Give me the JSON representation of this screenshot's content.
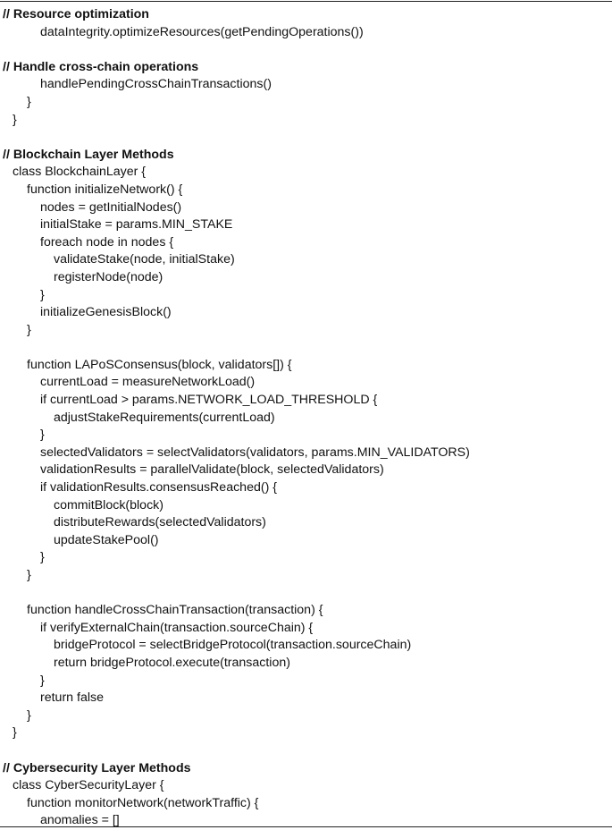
{
  "lines": [
    {
      "indent": 0,
      "kind": "comment",
      "text": "// Resource optimization"
    },
    {
      "indent": 3,
      "kind": "code",
      "text": "dataIntegrity.optimizeResources(getPendingOperations())"
    },
    {
      "indent": 0,
      "kind": "blank",
      "text": ""
    },
    {
      "indent": 0,
      "kind": "comment",
      "text": "// Handle cross-chain operations"
    },
    {
      "indent": 3,
      "kind": "code",
      "text": "handlePendingCrossChainTransactions()"
    },
    {
      "indent": 2,
      "kind": "code",
      "text": "}"
    },
    {
      "indent": 1,
      "kind": "code",
      "text": "}"
    },
    {
      "indent": 0,
      "kind": "blank",
      "text": ""
    },
    {
      "indent": 0,
      "kind": "comment",
      "text": "// Blockchain Layer Methods"
    },
    {
      "indent": 1,
      "kind": "code",
      "text": "class BlockchainLayer {"
    },
    {
      "indent": 2,
      "kind": "code",
      "text": "function initializeNetwork() {"
    },
    {
      "indent": 3,
      "kind": "code",
      "text": "nodes = getInitialNodes()"
    },
    {
      "indent": 3,
      "kind": "code",
      "text": "initialStake = params.MIN_STAKE"
    },
    {
      "indent": 3,
      "kind": "code",
      "text": "foreach node in nodes {"
    },
    {
      "indent": 4,
      "kind": "code",
      "text": "validateStake(node, initialStake)"
    },
    {
      "indent": 4,
      "kind": "code",
      "text": "registerNode(node)"
    },
    {
      "indent": 3,
      "kind": "code",
      "text": "}"
    },
    {
      "indent": 3,
      "kind": "code",
      "text": "initializeGenesisBlock()"
    },
    {
      "indent": 2,
      "kind": "code",
      "text": "}"
    },
    {
      "indent": 0,
      "kind": "blank",
      "text": ""
    },
    {
      "indent": 2,
      "kind": "code",
      "text": "function LAPoSConsensus(block, validators[]) {"
    },
    {
      "indent": 3,
      "kind": "code",
      "text": "currentLoad = measureNetworkLoad()"
    },
    {
      "indent": 3,
      "kind": "code",
      "text": "if currentLoad > params.NETWORK_LOAD_THRESHOLD {"
    },
    {
      "indent": 4,
      "kind": "code",
      "text": "adjustStakeRequirements(currentLoad)"
    },
    {
      "indent": 3,
      "kind": "code",
      "text": "}"
    },
    {
      "indent": 3,
      "kind": "code",
      "text": "selectedValidators = selectValidators(validators, params.MIN_VALIDATORS)"
    },
    {
      "indent": 3,
      "kind": "code",
      "text": "validationResults = parallelValidate(block, selectedValidators)"
    },
    {
      "indent": 3,
      "kind": "code",
      "text": "if validationResults.consensusReached() {"
    },
    {
      "indent": 4,
      "kind": "code",
      "text": "commitBlock(block)"
    },
    {
      "indent": 4,
      "kind": "code",
      "text": "distributeRewards(selectedValidators)"
    },
    {
      "indent": 4,
      "kind": "code",
      "text": "updateStakePool()"
    },
    {
      "indent": 3,
      "kind": "code",
      "text": "}"
    },
    {
      "indent": 2,
      "kind": "code",
      "text": "}"
    },
    {
      "indent": 0,
      "kind": "blank",
      "text": ""
    },
    {
      "indent": 2,
      "kind": "code",
      "text": "function handleCrossChainTransaction(transaction) {"
    },
    {
      "indent": 3,
      "kind": "code",
      "text": "if verifyExternalChain(transaction.sourceChain) {"
    },
    {
      "indent": 4,
      "kind": "code",
      "text": "bridgeProtocol = selectBridgeProtocol(transaction.sourceChain)"
    },
    {
      "indent": 4,
      "kind": "code",
      "text": "return bridgeProtocol.execute(transaction)"
    },
    {
      "indent": 3,
      "kind": "code",
      "text": "}"
    },
    {
      "indent": 3,
      "kind": "code",
      "text": "return false"
    },
    {
      "indent": 2,
      "kind": "code",
      "text": "}"
    },
    {
      "indent": 1,
      "kind": "code",
      "text": "}"
    },
    {
      "indent": 0,
      "kind": "blank",
      "text": ""
    },
    {
      "indent": 0,
      "kind": "comment",
      "text": "// Cybersecurity Layer Methods"
    },
    {
      "indent": 1,
      "kind": "code",
      "text": "class CyberSecurityLayer {"
    },
    {
      "indent": 2,
      "kind": "code",
      "text": "function monitorNetwork(networkTraffic) {"
    },
    {
      "indent": 3,
      "kind": "code",
      "text": "anomalies = []"
    }
  ]
}
